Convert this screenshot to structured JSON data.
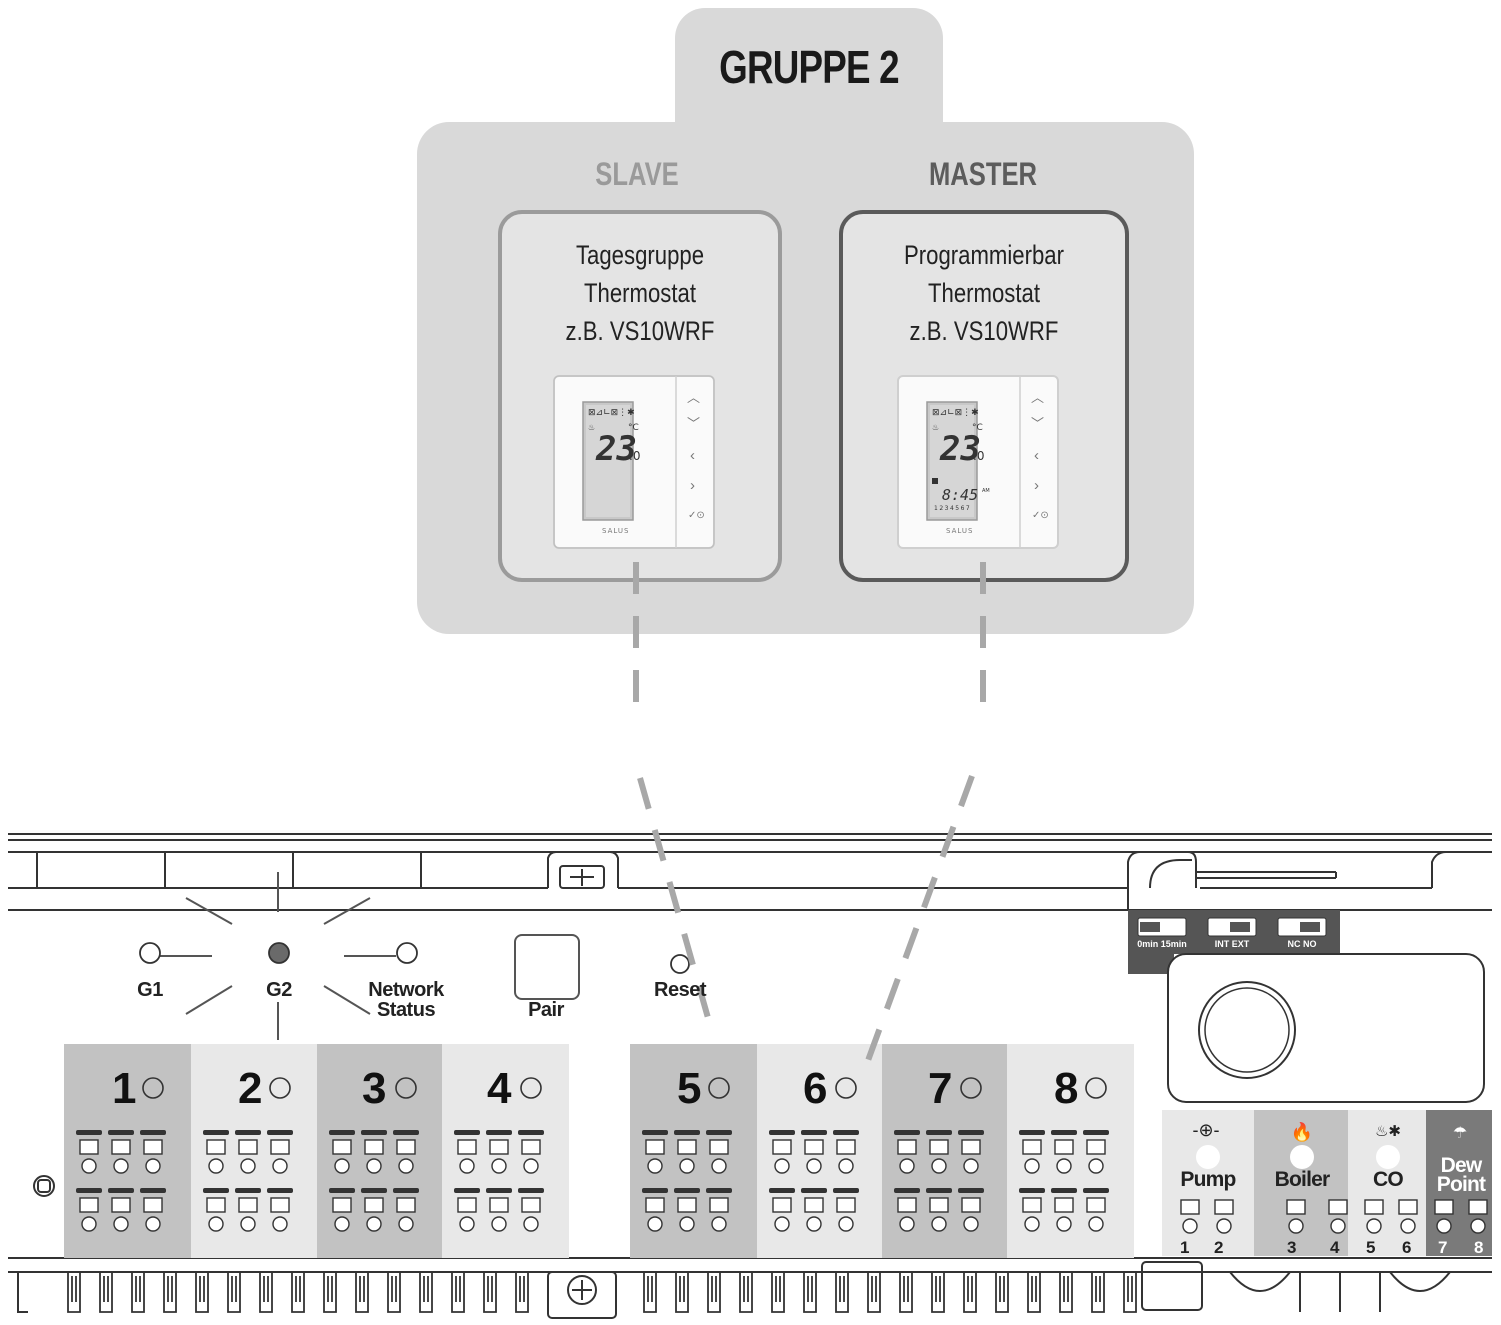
{
  "group": {
    "title": "GRUPPE 2"
  },
  "slave": {
    "role": "SLAVE",
    "line1": "Tagesgruppe",
    "line2": "Thermostat",
    "line3": "z.B. VS10WRF",
    "display": {
      "temp": "23",
      "decimal": ".0",
      "unit": "°C",
      "brand": "SALUS"
    }
  },
  "master": {
    "role": "MASTER",
    "line1": "Programmierbar",
    "line2": "Thermostat",
    "line3": "z.B. VS10WRF",
    "display": {
      "temp": "23",
      "decimal": ".0",
      "unit": "°C",
      "clock": "8:45",
      "ampm": "AM",
      "days": "1234567",
      "brand": "SALUS"
    }
  },
  "controller": {
    "leds": {
      "g1": "G1",
      "g2": "G2",
      "network_line1": "Network",
      "network_line2": "Status",
      "g2_state": "lit"
    },
    "pair_label": "Pair",
    "reset_label": "Reset",
    "zones": [
      "1",
      "2",
      "3",
      "4",
      "5",
      "6",
      "7",
      "8"
    ],
    "functions": {
      "pump": "Pump",
      "boiler": "Boiler",
      "co": "CO",
      "dew1": "Dew",
      "dew2": "Point"
    },
    "switches": {
      "s1": "0min 15min",
      "s2": "INT EXT",
      "s3": "NC NO"
    },
    "terminals": [
      "1",
      "2",
      "3",
      "4",
      "5",
      "6",
      "7",
      "8"
    ]
  },
  "colors": {
    "panel": "#d9d9d9",
    "zone_dark": "#c2c2c2",
    "zone_light": "#e8e8e8",
    "dew_point": "#7a7a7a"
  }
}
